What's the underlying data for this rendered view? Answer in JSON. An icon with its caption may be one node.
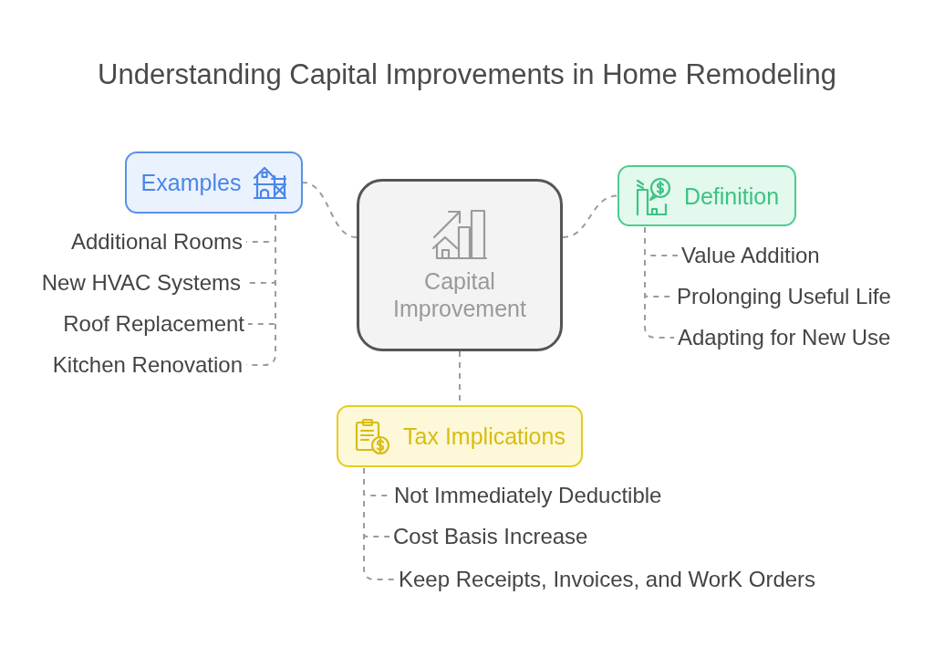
{
  "diagram": {
    "title": "Understanding Capital Improvements in Home Remodeling",
    "nodes": [
      {
        "text": [
          "Capital Improvement"
        ]
      },
      {
        "text": [
          "Examples"
        ]
      },
      {
        "text": [
          "Additional Rooms"
        ]
      },
      {
        "text": [
          "New HVAC Systems"
        ]
      },
      {
        "text": [
          "Roof Replacement"
        ]
      },
      {
        "text": [
          "Kitchen Renovation"
        ]
      },
      {
        "text": [
          "Definition"
        ]
      },
      {
        "text": [
          "Value Addition"
        ]
      },
      {
        "text": [
          "Prolonging Useful Life"
        ]
      },
      {
        "text": [
          "Adapting for New Use"
        ]
      },
      {
        "text": [
          "Tax Implications"
        ]
      },
      {
        "text": [
          "Not Immediately Deductible"
        ]
      },
      {
        "text": [
          "Cost Basis Increase"
        ]
      },
      {
        "text": [
          "Keep Receipts, Invoices, and WorK Orders"
        ]
      }
    ],
    "edges": [
      {
        "from": 0,
        "to": 1,
        "arrow": "none",
        "style": "dashed"
      },
      {
        "from": 0,
        "to": 6,
        "arrow": "none",
        "style": "dashed"
      },
      {
        "from": 0,
        "to": 10,
        "arrow": "none",
        "style": "dashed"
      },
      {
        "from": 1,
        "to": 2,
        "arrow": "none",
        "style": "dashed"
      },
      {
        "from": 1,
        "to": 3,
        "arrow": "none",
        "style": "dashed"
      },
      {
        "from": 1,
        "to": 4,
        "arrow": "none",
        "style": "dashed"
      },
      {
        "from": 1,
        "to": 5,
        "arrow": "none",
        "style": "dashed"
      },
      {
        "from": 6,
        "to": 7,
        "arrow": "none",
        "style": "dashed"
      },
      {
        "from": 6,
        "to": 8,
        "arrow": "none",
        "style": "dashed"
      },
      {
        "from": 6,
        "to": 9,
        "arrow": "none",
        "style": "dashed"
      },
      {
        "from": 10,
        "to": 11,
        "arrow": "none",
        "style": "dashed"
      },
      {
        "from": 10,
        "to": 12,
        "arrow": "none",
        "style": "dashed"
      },
      {
        "from": 10,
        "to": 13,
        "arrow": "none",
        "style": "dashed"
      }
    ]
  }
}
